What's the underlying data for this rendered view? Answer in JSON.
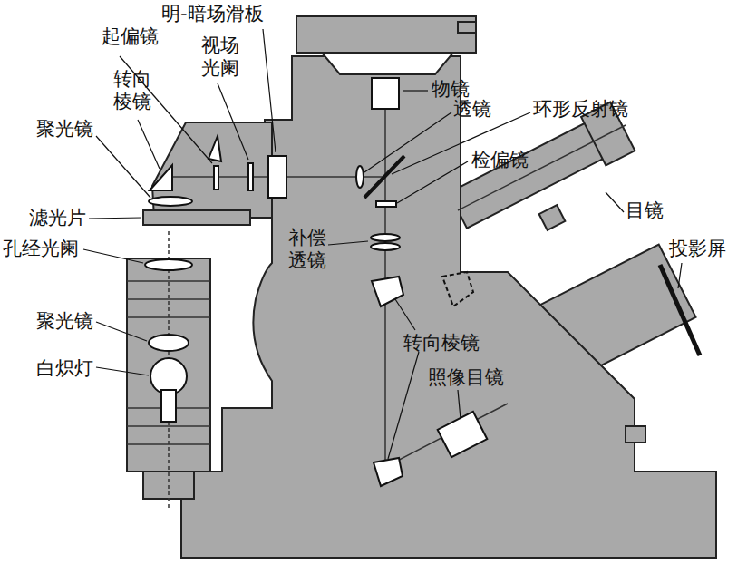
{
  "diagram": {
    "labels": [
      "明-暗场滑板",
      "起偏镜",
      "视场 光阑",
      "转向 棱镜",
      "物镜",
      "透镜",
      "环形反射镜",
      "聚光镜",
      "检偏镜",
      "目镜",
      "滤光片",
      "孔经光阑",
      "补偿 透镜",
      "投影屏",
      "聚光镜",
      "转向棱镜",
      "白炽灯",
      "照像目镜"
    ]
  }
}
